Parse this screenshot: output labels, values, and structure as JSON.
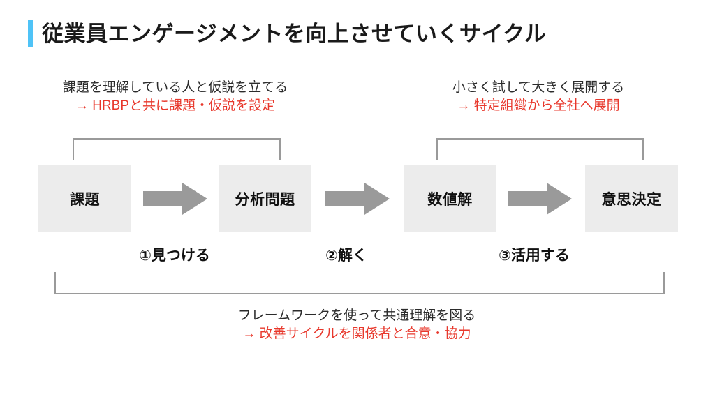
{
  "title": {
    "text": "従業員エンゲージメントを向上させていくサイクル",
    "accent_color": "#4fc3f7"
  },
  "colors": {
    "box_fill": "#ececec",
    "arrow_fill": "#9a9a9a",
    "bracket": "#9a9a9a",
    "highlight_text": "#e8382c",
    "body_text": "#2b2b2b"
  },
  "annotations": {
    "top_left": {
      "line1": "課題を理解している人と仮説を立てる",
      "line2": "→ HRBPと共に課題・仮説を設定"
    },
    "top_right": {
      "line1": "小さく試して大きく展開する",
      "line2": "→ 特定組織から全社へ展開"
    },
    "bottom": {
      "line1": "フレームワークを使って共通理解を図る",
      "line2": "→ 改善サイクルを関係者と合意・協力"
    }
  },
  "process": {
    "boxes": [
      {
        "label": "課題"
      },
      {
        "label": "分析問題"
      },
      {
        "label": "数値解"
      },
      {
        "label": "意思決定"
      }
    ],
    "arrows": [
      {
        "name": "arrow-1"
      },
      {
        "name": "arrow-2"
      },
      {
        "name": "arrow-3"
      }
    ],
    "steps": [
      {
        "label": "①見つける"
      },
      {
        "label": "②解く"
      },
      {
        "label": "③活用する"
      }
    ]
  }
}
